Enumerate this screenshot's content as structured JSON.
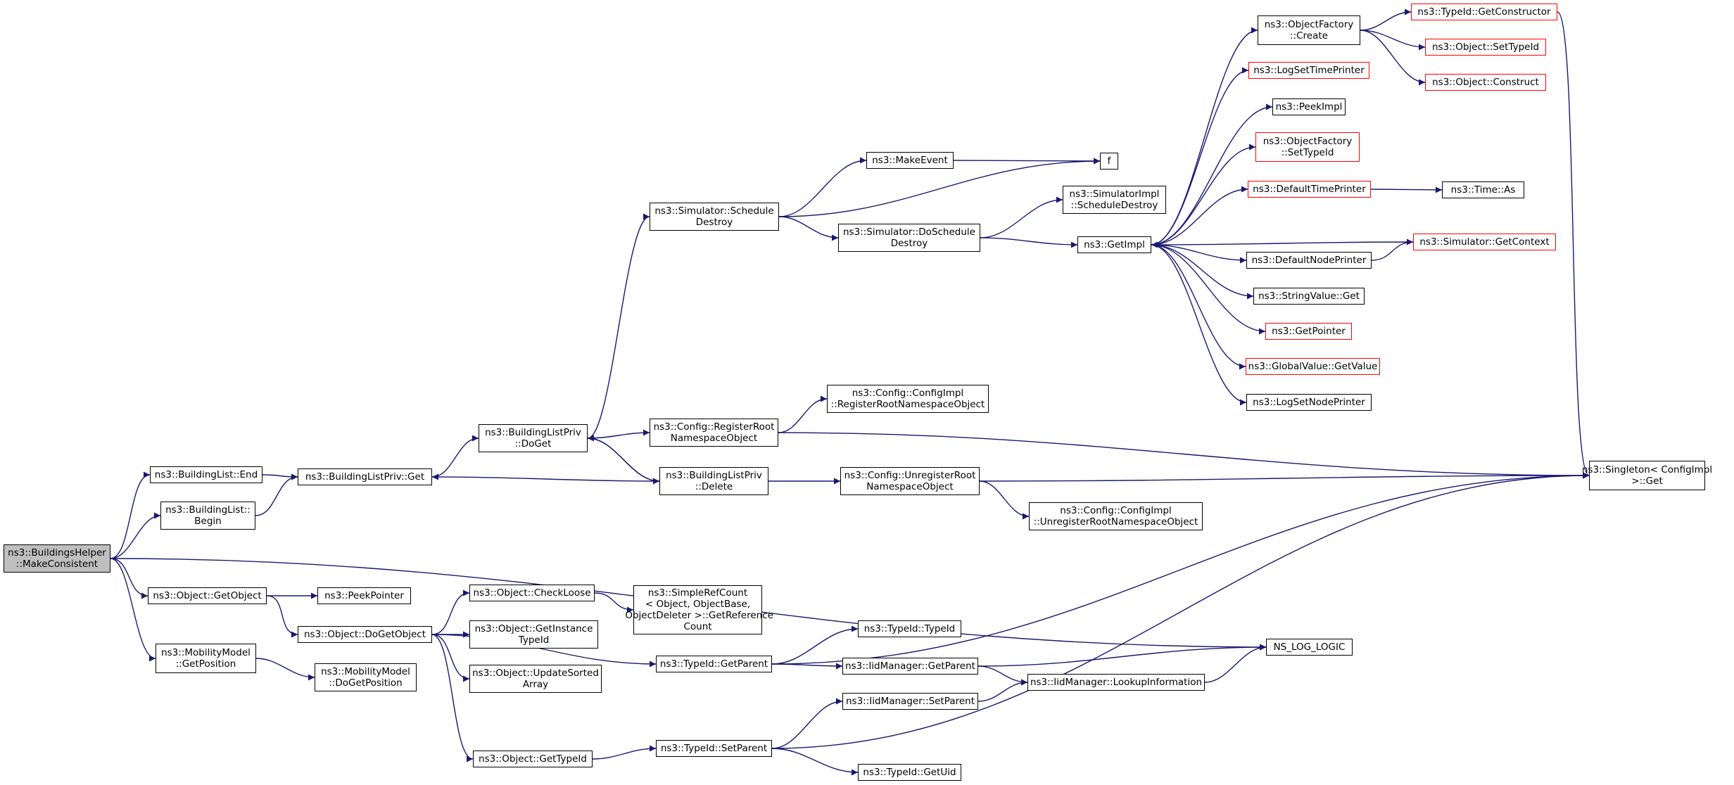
{
  "colors": {
    "edge": "#191970",
    "node_border": "#000000",
    "truncated_border": "#ff0000",
    "root_fill": "#bfbfbf"
  },
  "nodes": [
    {
      "id": "n0",
      "label": "ns3::BuildingsHelper\n::MakeConsistent",
      "root": true
    },
    {
      "id": "n1",
      "label": "ns3::BuildingList::End"
    },
    {
      "id": "n2",
      "label": "ns3::BuildingListPriv::Get"
    },
    {
      "id": "n3",
      "label": "ns3::BuildingListPriv\n::DoGet"
    },
    {
      "id": "n4",
      "label": "ns3::Config::RegisterRoot\nNamespaceObject"
    },
    {
      "id": "n5",
      "label": "ns3::Config::ConfigImpl\n::RegisterRootNamespaceObject"
    },
    {
      "id": "n6",
      "label": "ns3::Singleton< ConfigImpl\n>::Get"
    },
    {
      "id": "n7",
      "label": "ns3::Simulator::Schedule\nDestroy"
    },
    {
      "id": "n8",
      "label": "ns3::MakeEvent"
    },
    {
      "id": "n9",
      "label": "f"
    },
    {
      "id": "n10",
      "label": "ns3::Simulator::DoSchedule\nDestroy"
    },
    {
      "id": "n11",
      "label": "ns3::SimulatorImpl\n::ScheduleDestroy"
    },
    {
      "id": "n12",
      "label": "ns3::GetImpl"
    },
    {
      "id": "n13",
      "label": "ns3::ObjectFactory\n::Create"
    },
    {
      "id": "n14",
      "label": "ns3::TypeId::GetConstructor",
      "truncated": true
    },
    {
      "id": "n15",
      "label": "ns3::Object::SetTypeId",
      "truncated": true
    },
    {
      "id": "n16",
      "label": "ns3::Object::Construct",
      "truncated": true
    },
    {
      "id": "n17",
      "label": "ns3::LogSetTimePrinter",
      "truncated": true
    },
    {
      "id": "n18",
      "label": "ns3::PeekImpl"
    },
    {
      "id": "n19",
      "label": "ns3::ObjectFactory\n::SetTypeId",
      "truncated": true
    },
    {
      "id": "n20",
      "label": "ns3::DefaultTimePrinter",
      "truncated": true
    },
    {
      "id": "n21",
      "label": "ns3::Time::As"
    },
    {
      "id": "n22",
      "label": "ns3::Simulator::GetContext",
      "truncated": true
    },
    {
      "id": "n23",
      "label": "ns3::DefaultNodePrinter"
    },
    {
      "id": "n24",
      "label": "ns3::StringValue::Get"
    },
    {
      "id": "n25",
      "label": "ns3::GetPointer",
      "truncated": true
    },
    {
      "id": "n26",
      "label": "ns3::GlobalValue::GetValue",
      "truncated": true
    },
    {
      "id": "n27",
      "label": "ns3::LogSetNodePrinter"
    },
    {
      "id": "n28",
      "label": "ns3::BuildingListPriv\n::Delete"
    },
    {
      "id": "n29",
      "label": "ns3::Config::UnregisterRoot\nNamespaceObject"
    },
    {
      "id": "n30",
      "label": "ns3::Config::ConfigImpl\n::UnregisterRootNamespaceObject"
    },
    {
      "id": "n31",
      "label": "ns3::BuildingList::\nBegin"
    },
    {
      "id": "n32",
      "label": "ns3::Object::GetObject"
    },
    {
      "id": "n33",
      "label": "ns3::PeekPointer"
    },
    {
      "id": "n34",
      "label": "ns3::Object::DoGetObject"
    },
    {
      "id": "n35",
      "label": "ns3::Object::CheckLoose"
    },
    {
      "id": "n36",
      "label": "ns3::SimpleRefCount\n< Object, ObjectBase,\n ObjectDeleter >::GetReference\nCount"
    },
    {
      "id": "n37",
      "label": "ns3::Object::GetInstance\nTypeId"
    },
    {
      "id": "n38",
      "label": "ns3::Object::UpdateSorted\nArray"
    },
    {
      "id": "n39",
      "label": "ns3::Object::GetTypeId"
    },
    {
      "id": "n40",
      "label": "ns3::TypeId::SetParent"
    },
    {
      "id": "n41",
      "label": "ns3::IidManager::SetParent"
    },
    {
      "id": "n42",
      "label": "ns3::IidManager::LookupInformation"
    },
    {
      "id": "n43",
      "label": "NS_LOG_LOGIC"
    },
    {
      "id": "n44",
      "label": "ns3::TypeId::GetUid"
    },
    {
      "id": "n45",
      "label": "ns3::TypeId::GetParent"
    },
    {
      "id": "n46",
      "label": "ns3::TypeId::TypeId"
    },
    {
      "id": "n47",
      "label": "ns3::IidManager::GetParent"
    },
    {
      "id": "n48",
      "label": "ns3::MobilityModel\n::GetPosition"
    },
    {
      "id": "n49",
      "label": "ns3::MobilityModel\n::DoGetPosition"
    }
  ],
  "edges": [
    [
      "n0",
      "n1"
    ],
    [
      "n0",
      "n31"
    ],
    [
      "n0",
      "n32"
    ],
    [
      "n0",
      "n48"
    ],
    [
      "n0",
      "n43"
    ],
    [
      "n1",
      "n2"
    ],
    [
      "n31",
      "n2"
    ],
    [
      "n2",
      "n3"
    ],
    [
      "n3",
      "n7"
    ],
    [
      "n3",
      "n4"
    ],
    [
      "n3",
      "n28"
    ],
    [
      "n4",
      "n5"
    ],
    [
      "n4",
      "n6"
    ],
    [
      "n7",
      "n8"
    ],
    [
      "n7",
      "n9"
    ],
    [
      "n7",
      "n10"
    ],
    [
      "n8",
      "n9"
    ],
    [
      "n10",
      "n11"
    ],
    [
      "n10",
      "n12"
    ],
    [
      "n12",
      "n13"
    ],
    [
      "n12",
      "n17"
    ],
    [
      "n12",
      "n18"
    ],
    [
      "n12",
      "n19"
    ],
    [
      "n12",
      "n20"
    ],
    [
      "n12",
      "n23"
    ],
    [
      "n12",
      "n24"
    ],
    [
      "n12",
      "n25"
    ],
    [
      "n12",
      "n26"
    ],
    [
      "n12",
      "n27"
    ],
    [
      "n13",
      "n14"
    ],
    [
      "n13",
      "n15"
    ],
    [
      "n13",
      "n16"
    ],
    [
      "n14",
      "n6"
    ],
    [
      "n20",
      "n21"
    ],
    [
      "n22",
      "n12"
    ],
    [
      "n23",
      "n22"
    ],
    [
      "n28",
      "n3"
    ],
    [
      "n28",
      "n2"
    ],
    [
      "n28",
      "n29"
    ],
    [
      "n29",
      "n6"
    ],
    [
      "n29",
      "n30"
    ],
    [
      "n32",
      "n33"
    ],
    [
      "n32",
      "n34"
    ],
    [
      "n34",
      "n35"
    ],
    [
      "n34",
      "n37"
    ],
    [
      "n34",
      "n38"
    ],
    [
      "n34",
      "n39"
    ],
    [
      "n34",
      "n45"
    ],
    [
      "n35",
      "n36"
    ],
    [
      "n39",
      "n40"
    ],
    [
      "n40",
      "n41"
    ],
    [
      "n40",
      "n44"
    ],
    [
      "n40",
      "n6"
    ],
    [
      "n41",
      "n42"
    ],
    [
      "n42",
      "n43"
    ],
    [
      "n45",
      "n46"
    ],
    [
      "n45",
      "n47"
    ],
    [
      "n45",
      "n6"
    ],
    [
      "n47",
      "n42"
    ],
    [
      "n47",
      "n43"
    ],
    [
      "n48",
      "n49"
    ]
  ]
}
